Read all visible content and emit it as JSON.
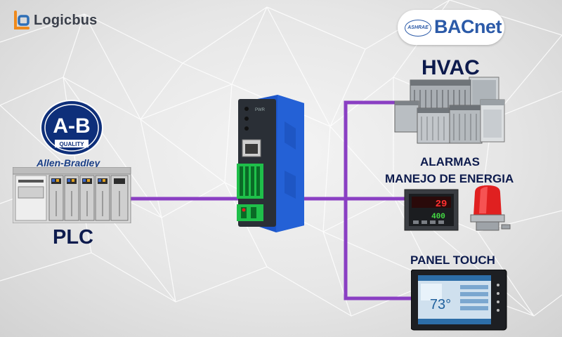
{
  "brand": {
    "name": "Logicbus"
  },
  "bacnet": {
    "protocol": "BACnet",
    "badge": "ASHRAE"
  },
  "plc": {
    "label": "PLC",
    "manufacturer_logo": {
      "letters": "A-B",
      "badge": "QUALITY"
    },
    "manufacturer_name": "Allen-Bradley"
  },
  "devices": {
    "hvac": {
      "label": "HVAC"
    },
    "alarms": {
      "line1": "ALARMAS",
      "line2": "MANEJO DE ENERGIA",
      "controller_display": "29",
      "controller_display2": "400"
    },
    "panel": {
      "label": "PANEL TOUCH",
      "screen_temp": "73°"
    }
  },
  "gateway": {
    "led_label": "PWR"
  },
  "colors": {
    "connection": "#8a3fc3",
    "label": "#0d1b4d",
    "gateway_blue": "#1c55c8",
    "terminal_green": "#1fbf4a",
    "alarm_red": "#e02020"
  }
}
